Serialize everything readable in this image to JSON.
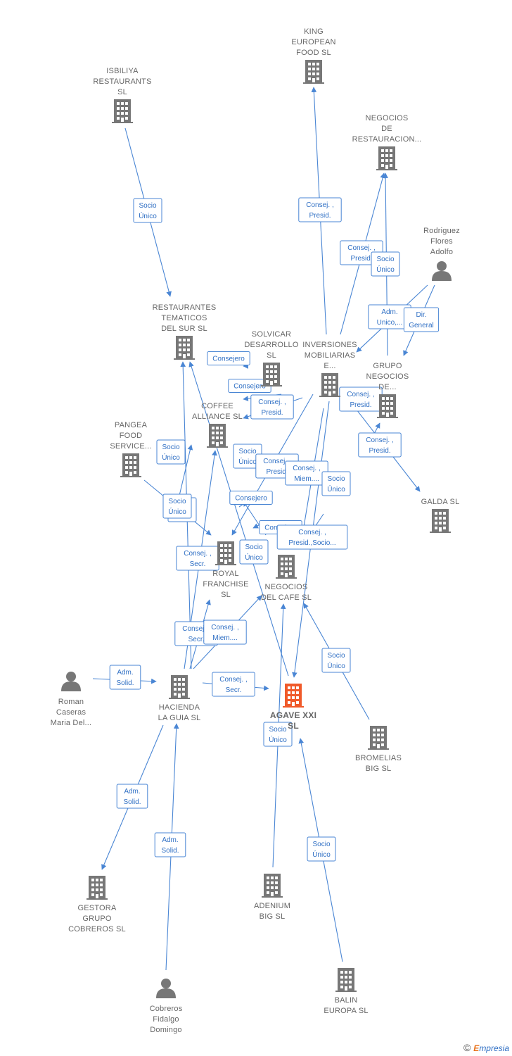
{
  "colors": {
    "edge": "#4a86d4",
    "node": "#777777",
    "focus": "#f05a2a",
    "label": "#666666"
  },
  "nodes": [
    {
      "id": "isbiliya",
      "type": "company",
      "label": [
        "ISBILIYA",
        "RESTAURANTS",
        "SL"
      ]
    },
    {
      "id": "king",
      "type": "company",
      "label": [
        "KING",
        "EUROPEAN",
        "FOOD  SL"
      ]
    },
    {
      "id": "negocios_rest",
      "type": "company",
      "label": [
        "NEGOCIOS",
        "DE",
        "RESTAURACION..."
      ]
    },
    {
      "id": "rodriguez",
      "type": "person",
      "label": [
        "Rodriguez",
        "Flores",
        "Adolfo"
      ]
    },
    {
      "id": "rest_tematicos",
      "type": "company",
      "label": [
        "RESTAURANTES",
        "TEMATICOS",
        "DEL SUR  SL"
      ]
    },
    {
      "id": "solvicar",
      "type": "company",
      "label": [
        "SOLVICAR",
        "DESARROLLO",
        "SL"
      ]
    },
    {
      "id": "inversiones",
      "type": "company",
      "label": [
        "INVERSIONES",
        "MOBILIARIAS",
        "E..."
      ]
    },
    {
      "id": "grupo_negocios",
      "type": "company",
      "label": [
        "GRUPO",
        "NEGOCIOS",
        "DE..."
      ]
    },
    {
      "id": "coffee",
      "type": "company",
      "label": [
        "COFFEE",
        "ALLIANCE SL"
      ]
    },
    {
      "id": "pangea",
      "type": "company",
      "label": [
        "PANGEA",
        "FOOD",
        "SERVICE..."
      ]
    },
    {
      "id": "galda",
      "type": "company",
      "label": [
        "GALDA SL"
      ]
    },
    {
      "id": "royal",
      "type": "company",
      "label": [
        "ROYAL",
        "FRANCHISE",
        "SL"
      ]
    },
    {
      "id": "negocios_cafe",
      "type": "company",
      "label": [
        "NEGOCIOS",
        "DEL CAFE SL"
      ]
    },
    {
      "id": "roman",
      "type": "person",
      "label": [
        "Roman",
        "Caseras",
        "Maria Del..."
      ]
    },
    {
      "id": "hacienda",
      "type": "company",
      "label": [
        "HACIENDA",
        "LA GUIA SL"
      ]
    },
    {
      "id": "agave",
      "type": "focus",
      "label": [
        "AGAVE XXI",
        "SL"
      ]
    },
    {
      "id": "bromelias",
      "type": "company",
      "label": [
        "BROMELIAS",
        "BIG  SL"
      ]
    },
    {
      "id": "gestora",
      "type": "company",
      "label": [
        "GESTORA",
        "GRUPO",
        "COBREROS  SL"
      ]
    },
    {
      "id": "adenium",
      "type": "company",
      "label": [
        "ADENIUM",
        "BIG  SL"
      ]
    },
    {
      "id": "cobreros",
      "type": "person",
      "label": [
        "Cobreros",
        "Fidalgo",
        "Domingo"
      ]
    },
    {
      "id": "balin",
      "type": "company",
      "label": [
        "BALIN",
        "EUROPA  SL"
      ]
    }
  ],
  "edge_labels": [
    [
      "Socio",
      "Único"
    ],
    [
      "Consej. ,",
      "Presid."
    ],
    [
      "Consej. ,",
      "Presid."
    ],
    [
      "Socio",
      "Único"
    ],
    [
      "Adm.",
      "Unico,..."
    ],
    [
      "Dir.",
      "General"
    ],
    [
      "Consejero"
    ],
    [
      "Consejero"
    ],
    [
      "Consej. ,",
      "Presid."
    ],
    [
      "Consej. ,",
      "Presid."
    ],
    [
      "Consej. ,",
      "Presid."
    ],
    [
      "Socio",
      "Único"
    ],
    [
      "Socio",
      "Único"
    ],
    [
      "Consejero"
    ],
    [
      "Consej. ,",
      "Presid."
    ],
    [
      "Consej. ,",
      "Miem...."
    ],
    [
      "Socio",
      "Único"
    ],
    [
      "Socio",
      "Único"
    ],
    [
      "Socio",
      "Único"
    ],
    [
      "Consejero"
    ],
    [
      "Consej. ,",
      "Presid.,Socio..."
    ],
    [
      "Consej. ,",
      "Secr."
    ],
    [
      "Socio",
      "Único"
    ],
    [
      "Consej. ,",
      "Secr."
    ],
    [
      "Consej. ,",
      "Miem...."
    ],
    [
      "Adm.",
      "Solid."
    ],
    [
      "Consej. ,",
      "Secr."
    ],
    [
      "Socio",
      "Único"
    ],
    [
      "Socio",
      "Único"
    ],
    [
      "Adm.",
      "Solid."
    ],
    [
      "Adm.",
      "Solid."
    ],
    [
      "Socio",
      "Único"
    ]
  ],
  "footer": {
    "copyright": "©",
    "brand_first": "E",
    "brand_rest": "mpresia"
  }
}
